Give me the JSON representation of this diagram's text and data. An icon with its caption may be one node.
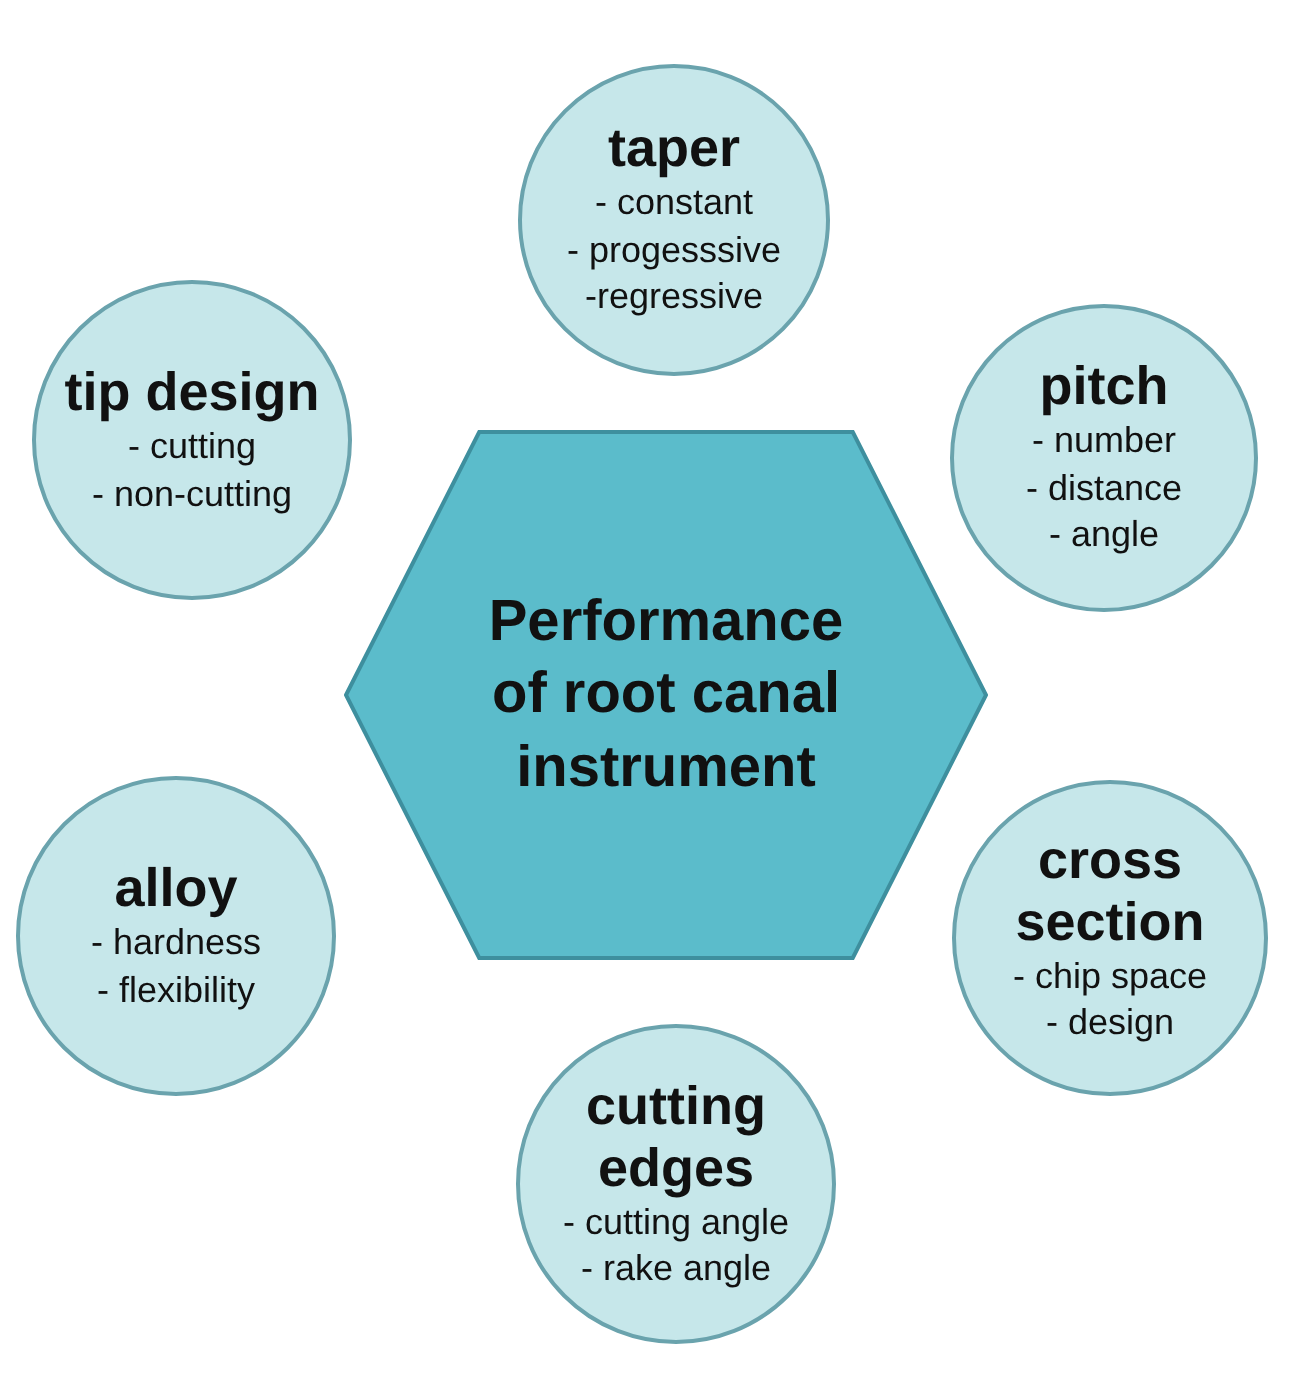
{
  "diagram": {
    "nodes": [
      {
        "text": [
          "taper",
          "- constant",
          "- progesssive",
          "-regressive"
        ]
      },
      {
        "text": [
          "tip design",
          "- cutting",
          "- non-cutting"
        ]
      },
      {
        "text": [
          "pitch",
          "- number",
          "- distance",
          "- angle"
        ]
      },
      {
        "text": [
          "Performance of root canal instrument"
        ]
      },
      {
        "text": [
          "alloy",
          "- hardness",
          "- flexibility"
        ]
      },
      {
        "text": [
          "cross section",
          "- chip space",
          "- design"
        ]
      },
      {
        "text": [
          "cutting edges",
          "- cutting angle",
          "- rake angle"
        ]
      }
    ]
  }
}
